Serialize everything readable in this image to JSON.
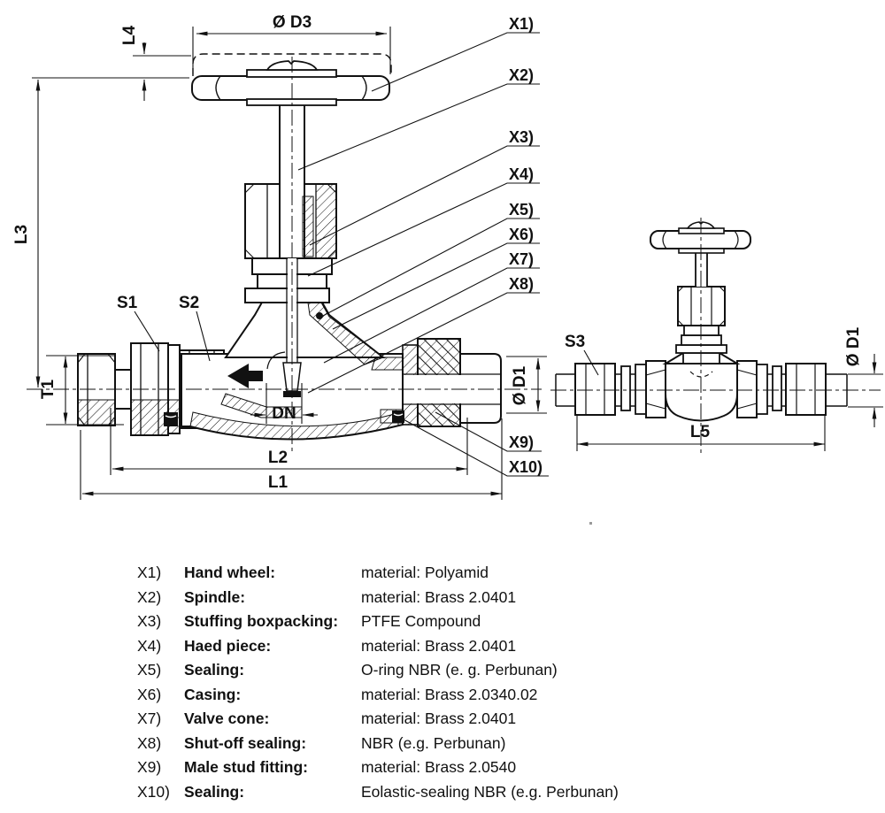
{
  "drawing": {
    "main_view": {
      "dim_d3": "Ø D3",
      "dim_l4": "L4",
      "dim_l3": "L3",
      "dim_t1": "T1",
      "dim_s1": "S1",
      "dim_s2": "S2",
      "dim_dn": "DN",
      "dim_l2": "L2",
      "dim_l1": "L1",
      "dim_d1": "Ø D1",
      "callout_x1": "X1)",
      "callout_x2": "X2)",
      "callout_x3": "X3)",
      "callout_x4": "X4)",
      "callout_x5": "X5)",
      "callout_x6": "X6)",
      "callout_x7": "X7)",
      "callout_x8": "X8)",
      "callout_x9": "X9)",
      "callout_x10": "X10)"
    },
    "side_view": {
      "dim_s3": "S3",
      "dim_d1": "Ø D1",
      "dim_l5": "L5"
    }
  },
  "parts_list": {
    "rows": [
      {
        "ref": "X1)",
        "name": "Hand wheel:",
        "value": "material: Polyamid"
      },
      {
        "ref": "X2)",
        "name": "Spindle:",
        "value": "material: Brass 2.0401"
      },
      {
        "ref": "X3)",
        "name": "Stuffing boxpacking:",
        "value": "PTFE Compound"
      },
      {
        "ref": "X4)",
        "name": "Haed piece:",
        "value": "material: Brass 2.0401"
      },
      {
        "ref": "X5)",
        "name": "Sealing:",
        "value": "O-ring NBR (e. g. Perbunan)"
      },
      {
        "ref": "X6)",
        "name": "Casing:",
        "value": "material: Brass 2.0340.02"
      },
      {
        "ref": "X7)",
        "name": "Valve cone:",
        "value": "material: Brass 2.0401"
      },
      {
        "ref": "X8)",
        "name": "Shut-off sealing:",
        "value": "NBR (e.g. Perbunan)"
      },
      {
        "ref": "X9)",
        "name": "Male stud fitting:",
        "value": "material: Brass 2.0540"
      },
      {
        "ref": "X10)",
        "name": "Sealing:",
        "value": "Eolastic-sealing NBR (e.g. Perbunan)"
      }
    ]
  },
  "colors": {
    "line": "#111111",
    "background": "#ffffff"
  }
}
